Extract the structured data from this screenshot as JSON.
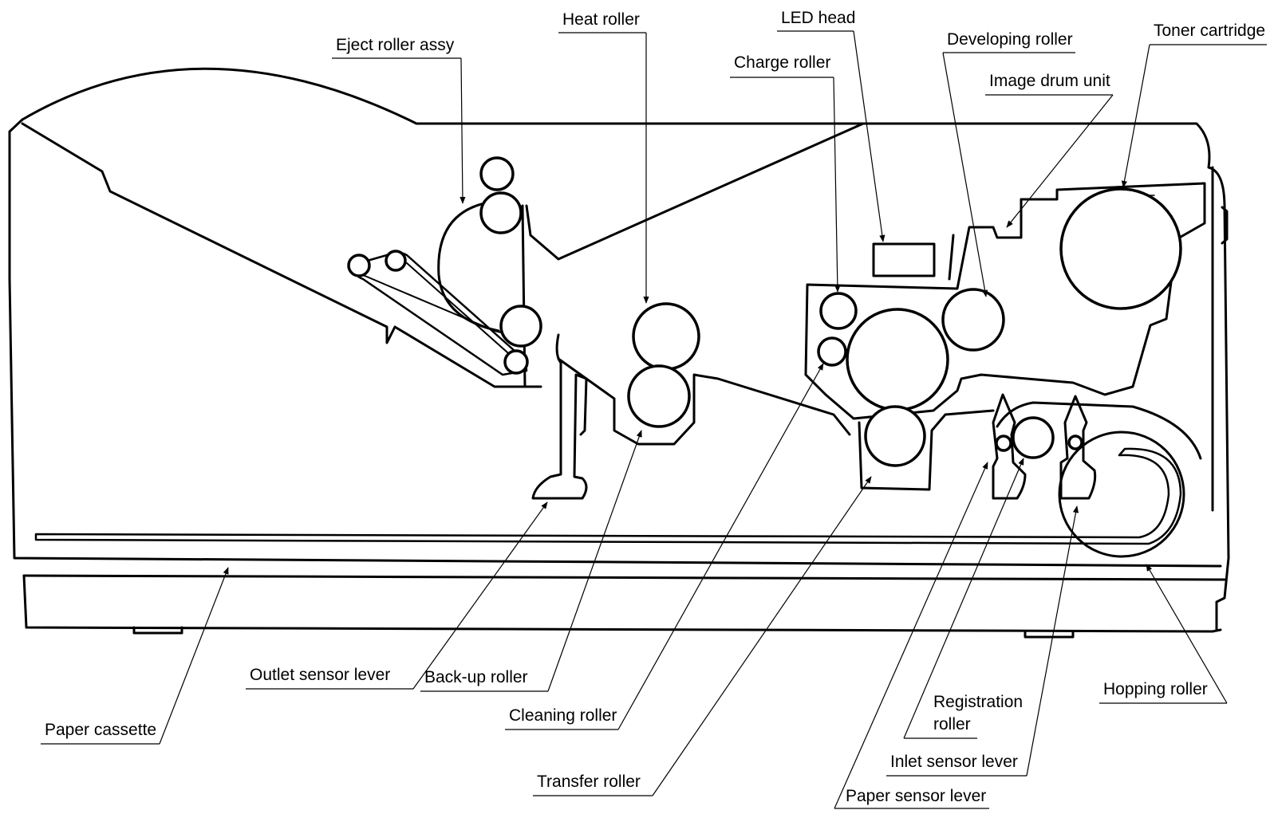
{
  "labels": {
    "eject_roller_assy": "Eject roller assy",
    "heat_roller": "Heat roller",
    "led_head": "LED head",
    "charge_roller": "Charge roller",
    "developing_roller": "Developing roller",
    "toner_cartridge": "Toner cartridge",
    "image_drum_unit": "Image drum unit",
    "outlet_sensor_lever": "Outlet sensor lever",
    "backup_roller": "Back-up roller",
    "cleaning_roller": "Cleaning roller",
    "transfer_roller": "Transfer roller",
    "paper_cassette": "Paper cassette",
    "registration_roller_line1": "Registration",
    "registration_roller_line2": "roller",
    "inlet_sensor_lever": "Inlet sensor lever",
    "paper_sensor_lever": "Paper sensor lever",
    "hopping_roller": "Hopping roller"
  },
  "colors": {
    "line": "#000000",
    "background": "#ffffff"
  }
}
